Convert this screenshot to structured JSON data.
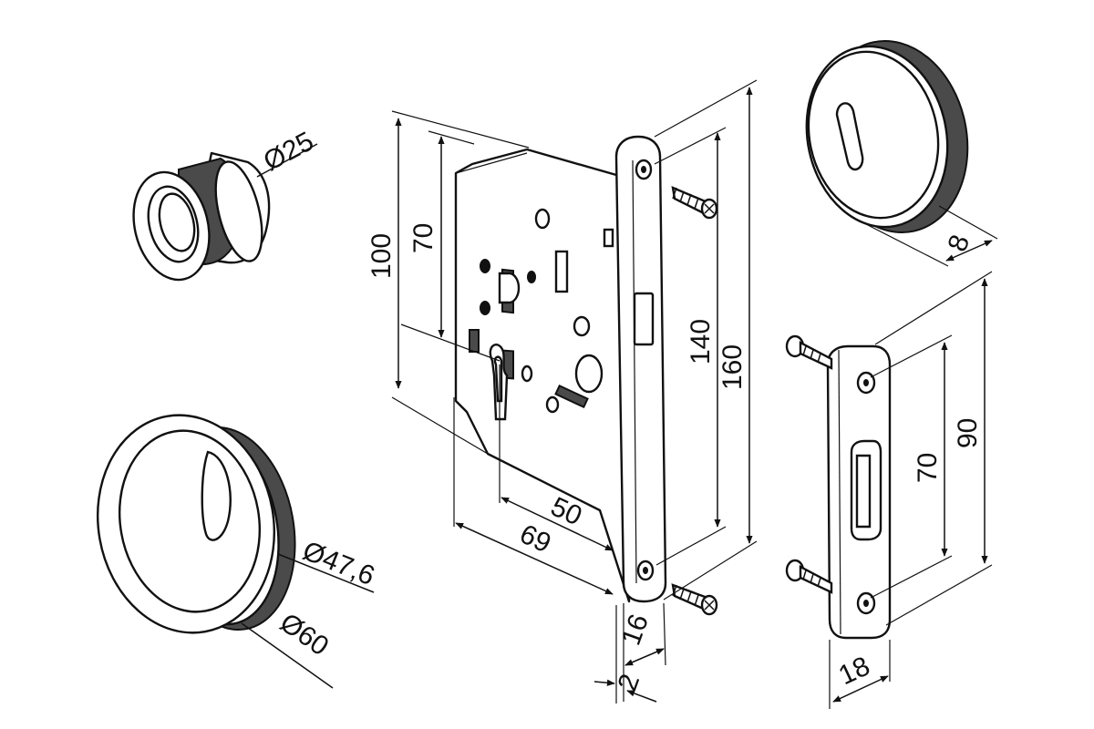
{
  "dimensions": {
    "cyl_diameter": "Ø25",
    "inner_diameter": "Ø47,6",
    "outer_diameter": "Ø60",
    "body_height": "100",
    "inner_height": "70",
    "backset": "50",
    "depth": "69",
    "faceplate_inner": "140",
    "faceplate_outer": "160",
    "faceplate_width": "16",
    "faceplate_thickness": "2",
    "rosette_depth": "8",
    "strike_height": "90",
    "strike_hole_spacing": "70",
    "strike_width": "18"
  },
  "colors": {
    "line": "#111111",
    "shade": "#4a4a4a",
    "background": "#ffffff"
  }
}
